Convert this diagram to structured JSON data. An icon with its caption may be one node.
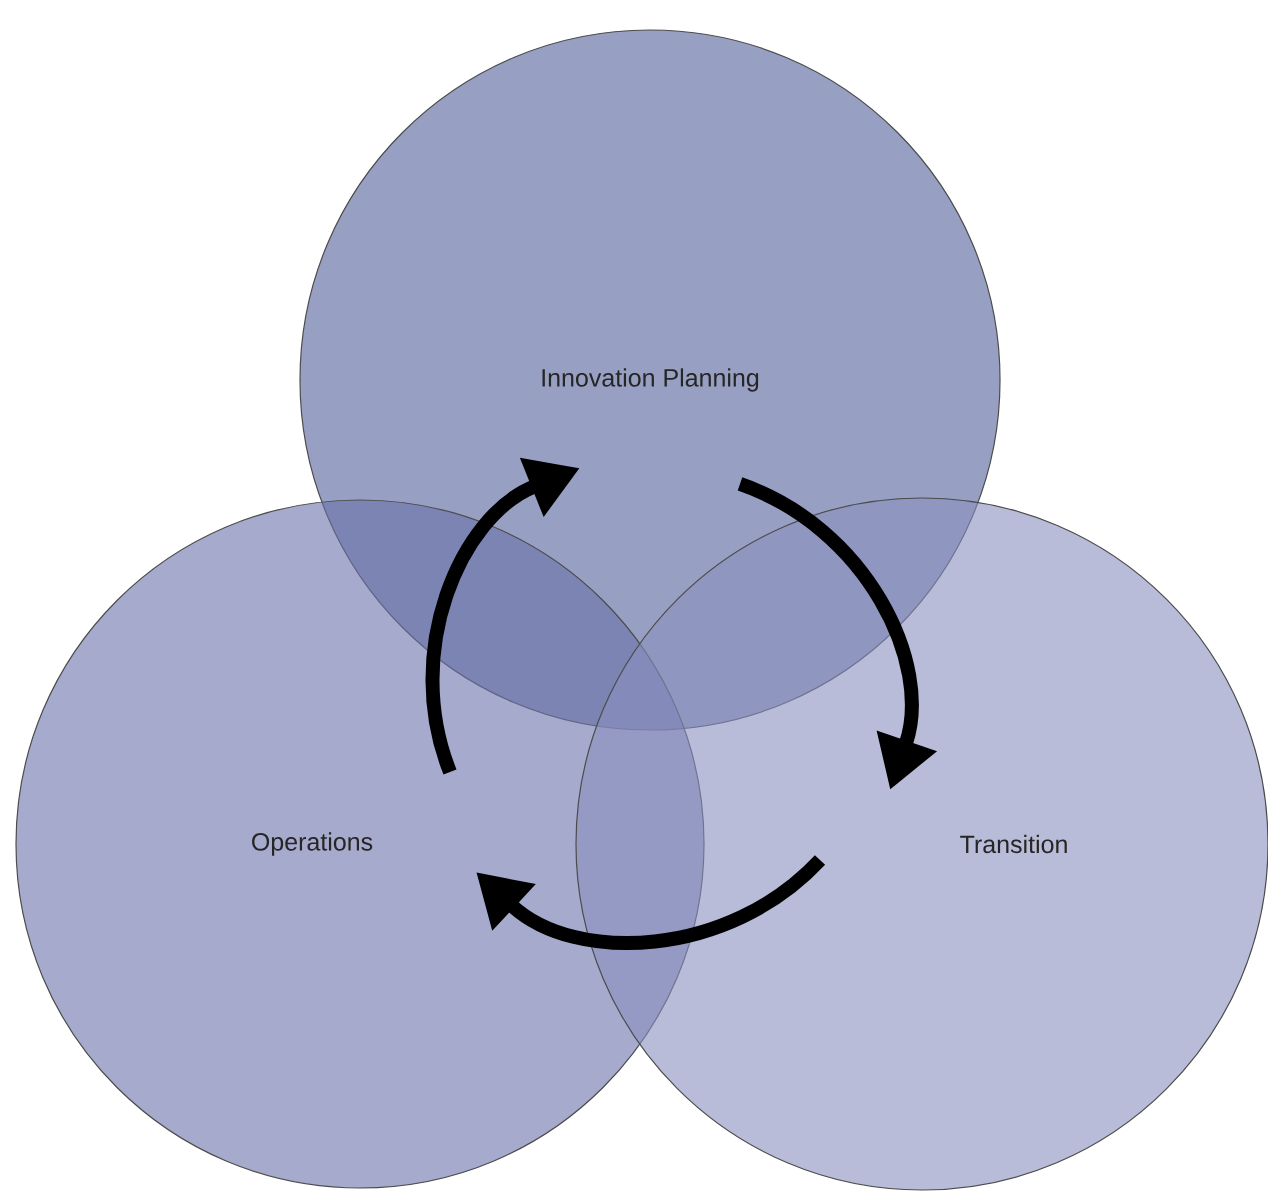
{
  "diagram": {
    "nodes": [
      {
        "text": [
          "Innovation Planning"
        ]
      },
      {
        "text": [
          "Operations"
        ]
      },
      {
        "text": [
          "Transition"
        ]
      }
    ],
    "edges": [
      {
        "from": 0,
        "to": 2,
        "arrow": "to"
      },
      {
        "from": 2,
        "to": 1,
        "arrow": "to"
      },
      {
        "from": 1,
        "to": 0,
        "arrow": "to"
      }
    ]
  }
}
